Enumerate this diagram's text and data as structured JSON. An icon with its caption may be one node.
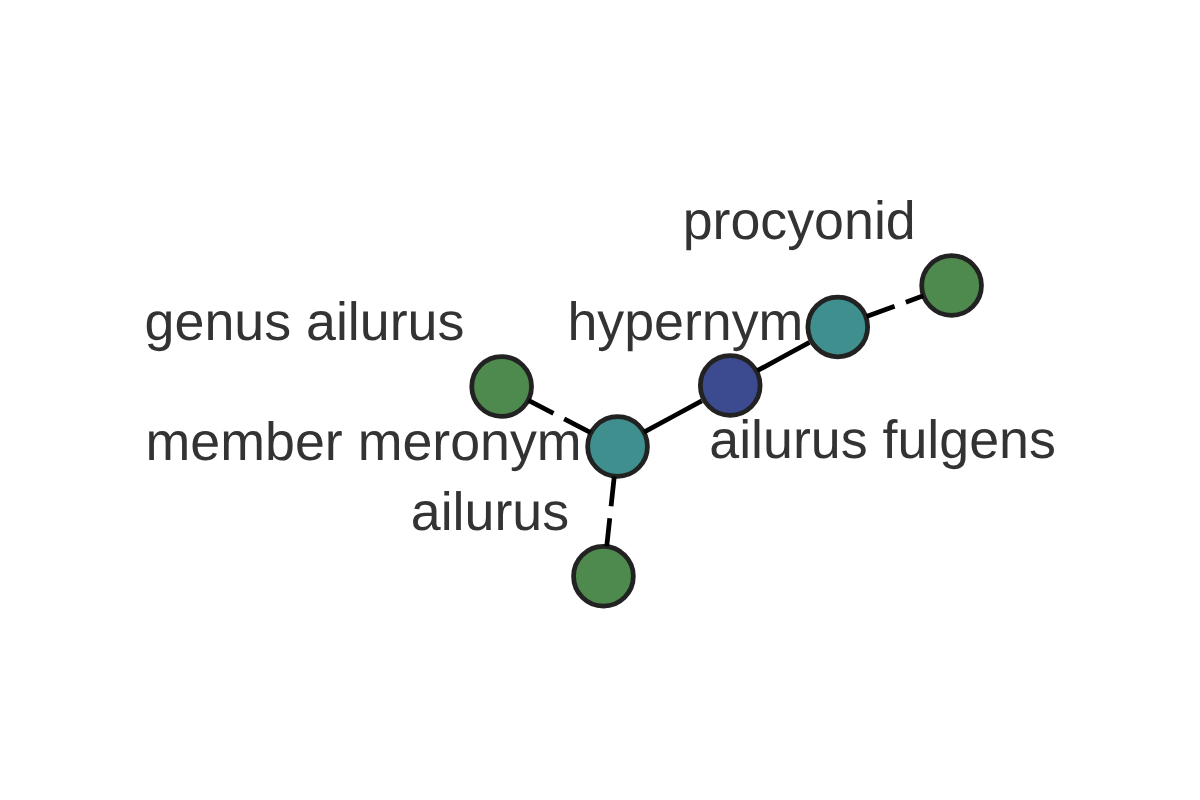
{
  "diagram": {
    "nodes": [
      {
        "text": [
          "procyonid"
        ]
      },
      {
        "text": [
          "hypernym"
        ]
      },
      {
        "text": [
          "ailurus fulgens"
        ]
      },
      {
        "text": [
          "genus ailurus"
        ]
      },
      {
        "text": [
          "member meronym"
        ]
      },
      {
        "text": [
          "ailurus"
        ]
      }
    ],
    "edges": [
      {
        "from": 2,
        "to": 1,
        "arrow": "none"
      },
      {
        "from": 1,
        "to": 0,
        "arrow": "none",
        "style": "dashed"
      },
      {
        "from": 2,
        "to": 4,
        "arrow": "none"
      },
      {
        "from": 4,
        "to": 3,
        "arrow": "none",
        "style": "dashed"
      },
      {
        "from": 4,
        "to": 5,
        "arrow": "none",
        "style": "dashed"
      }
    ]
  }
}
